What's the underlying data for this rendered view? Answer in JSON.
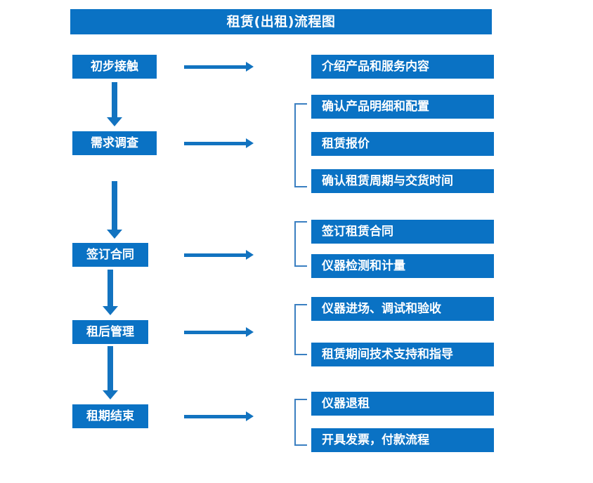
{
  "chart_data": {
    "type": "diagram",
    "diagram_kind": "flowchart",
    "title": "租赁(出租)流程图",
    "accent_color": "#0a72c4",
    "line_color": "#1273c0",
    "bracket_color": "#3a7fc1",
    "text_color": "#ffffff",
    "background": "#ffffff",
    "stages": [
      {
        "id": "stage-1",
        "label": "初步接触",
        "details": [
          "介绍产品和服务内容"
        ],
        "bracketed": false
      },
      {
        "id": "stage-2",
        "label": "需求调查",
        "details": [
          "确认产品明细和配置",
          "租赁报价",
          "确认租赁周期与交货时间"
        ],
        "bracketed": true
      },
      {
        "id": "stage-3",
        "label": "签订合同",
        "details": [
          "签订租赁合同",
          "仪器检测和计量"
        ],
        "bracketed": true
      },
      {
        "id": "stage-4",
        "label": "租后管理",
        "details": [
          "仪器进场、调试和验收",
          "租赁期间技术支持和指导"
        ],
        "bracketed": true
      },
      {
        "id": "stage-5",
        "label": "租期结束",
        "details": [
          "仪器退租",
          "开具发票，付款流程"
        ],
        "bracketed": true
      }
    ]
  },
  "header": {
    "title": "租赁(出租)流程图"
  },
  "stages": {
    "s1": {
      "label": "初步接触"
    },
    "s2": {
      "label": "需求调查"
    },
    "s3": {
      "label": "签订合同"
    },
    "s4": {
      "label": "租后管理"
    },
    "s5": {
      "label": "租期结束"
    }
  },
  "details": {
    "d1": {
      "label": "介绍产品和服务内容"
    },
    "d2": {
      "label": "确认产品明细和配置"
    },
    "d3": {
      "label": "租赁报价"
    },
    "d4": {
      "label": "确认租赁周期与交货时间"
    },
    "d5": {
      "label": "签订租赁合同"
    },
    "d6": {
      "label": "仪器检测和计量"
    },
    "d7": {
      "label": "仪器进场、调试和验收"
    },
    "d8": {
      "label": "租赁期间技术支持和指导"
    },
    "d9": {
      "label": "仪器退租"
    },
    "d10": {
      "label": "开具发票，付款流程"
    }
  }
}
